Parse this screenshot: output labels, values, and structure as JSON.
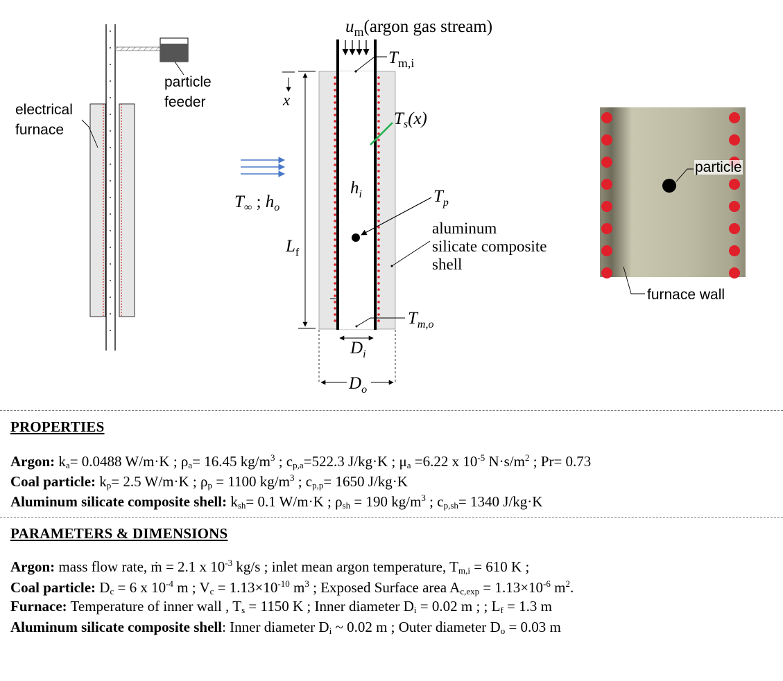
{
  "figure": {
    "left_system": {
      "electrical_furnace_label": [
        "electrical",
        "furnace"
      ],
      "particle_feeder_label": [
        "particle",
        "feeder"
      ]
    },
    "center_tube": {
      "inlet_label": "(argon gas stream)",
      "inlet_symbol": "u",
      "inlet_symbol_sub": "m",
      "inlet_temp_symbol": "T",
      "inlet_temp_sub": "m,i",
      "x_label": "x",
      "surface_temp_label": "T",
      "surface_temp_sub": "s",
      "surface_temp_arg": "(x)",
      "ambient_label": "T",
      "ambient_sub": "∞",
      "ambient_sep": " ; ",
      "ambient_h": "h",
      "ambient_h_sub": "o",
      "inner_h": "h",
      "inner_h_sub": "i",
      "particle_temp": "T",
      "particle_temp_sub": "p",
      "shell_label": [
        "aluminum",
        "silicate composite",
        "shell"
      ],
      "length_label": "L",
      "length_sub": "f",
      "outlet_temp": "T",
      "outlet_sub": "m,o",
      "inner_diam": "D",
      "inner_diam_sub": "i",
      "outer_diam": "D",
      "outer_diam_sub": "o"
    },
    "zoom_view": {
      "particle_label": "particle",
      "furnace_wall_label": "furnace wall"
    },
    "colors": {
      "red_dot": "#e0202a",
      "shell_fill": "#e6e6e6",
      "green_line": "#22b14c",
      "arrow_blue": "#4a78c8",
      "zoom_bg": "#b9b79e"
    }
  },
  "properties": {
    "heading": "PROPERTIES",
    "argon": {
      "label": "Argon:",
      "text": " k<sub>a</sub>= 0.0488 W/m·K ;  ρ<sub>a</sub>= 16.45 kg/m<sup>3</sup> ;  c<sub>p,a</sub>=522.3 J/kg·K ;  μ<sub>a</sub> =6.22 x 10<sup>-5</sup> N·s/m<sup>2</sup> ;  Pr= 0.73"
    },
    "coal": {
      "label": "Coal particle:",
      "text": "  k<sub>p</sub>= 2.5 W/m·K ;  ρ<sub>p</sub> = 1100 kg/m<sup>3</sup>  ;  c<sub>p,p</sub>= 1650 J/kg·K"
    },
    "shell": {
      "label": "Aluminum silicate composite shell:",
      "text": " k<sub>sh</sub>= 0.1 W/m·K ;  ρ<sub>sh</sub> = 190 kg/m<sup>3</sup>  ;  c<sub>p,sh</sub>= 1340 J/kg·K"
    }
  },
  "parameters": {
    "heading": "PARAMETERS & DIMENSIONS",
    "argon": {
      "label": "Argon:",
      "text": " mass flow rate, ṁ =  2.1 x 10<sup>-3</sup> kg/s  ; inlet mean argon temperature, T<sub>m,i</sub> = 610 K ;"
    },
    "coal": {
      "label": "Coal particle:",
      "text": " D<sub>c</sub>  = 6 x 10<sup>-4</sup> m ; V<sub>c</sub> = 1.13×10<sup>-10</sup> m<sup>3</sup> ;  Exposed Surface area A<sub>c,exp</sub> = 1.13×10<sup>-6</sup> m<sup>2</sup>."
    },
    "furnace": {
      "label": "Furnace:",
      "text": "  Temperature of inner wall , T<sub>s</sub> = 1150 K ; Inner diameter D<sub>i</sub> = 0.02 m ;  ; L<sub>f</sub> = 1.3 m"
    },
    "shell": {
      "label": "Aluminum silicate composite shell",
      "text": ": Inner diameter D<sub>i</sub> ~ 0.02 m ; Outer diameter D<sub>o</sub> = 0.03 m"
    }
  }
}
